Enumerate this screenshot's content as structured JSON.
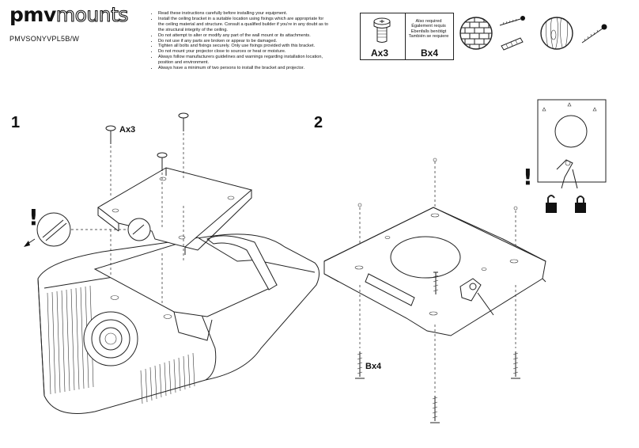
{
  "brand": {
    "bold": "pmv",
    "outline": "mounts"
  },
  "model_number": "PMVSONYVPL5B/W",
  "instructions": [
    "Read these instructions carefully before installing your equipment.",
    "Install the ceiling bracket in a suitable location using fixings which are appropriate for the ceiling material and structure. Consult a qualified builder if you're in any doubt as to the structural integrity of the ceiling.",
    "Do not attempt to alter or modify any part of the wall mount or its attachments.",
    "Do not use if any parts are broken or appear to be damaged.",
    "Tighten all bolts and fixings securely. Only use fixings provided with this bracket.",
    "Do not mount your projector close to sources or heat or moisture.",
    "Always follow manufacturers guidelines and warnings regarding installation location, position and environment.",
    "Always have a minimum of two persons to install the bracket and projector."
  ],
  "parts": {
    "a_label": "Ax3",
    "b_label": "Bx4",
    "also_required": [
      "Also required",
      "Également requis",
      "Ebenfalls benötigt",
      "También se requiere"
    ]
  },
  "steps": [
    {
      "number": "1",
      "callout": "Ax3",
      "warning": "!"
    },
    {
      "number": "2",
      "callout": "Bx4",
      "warning": "!"
    }
  ]
}
